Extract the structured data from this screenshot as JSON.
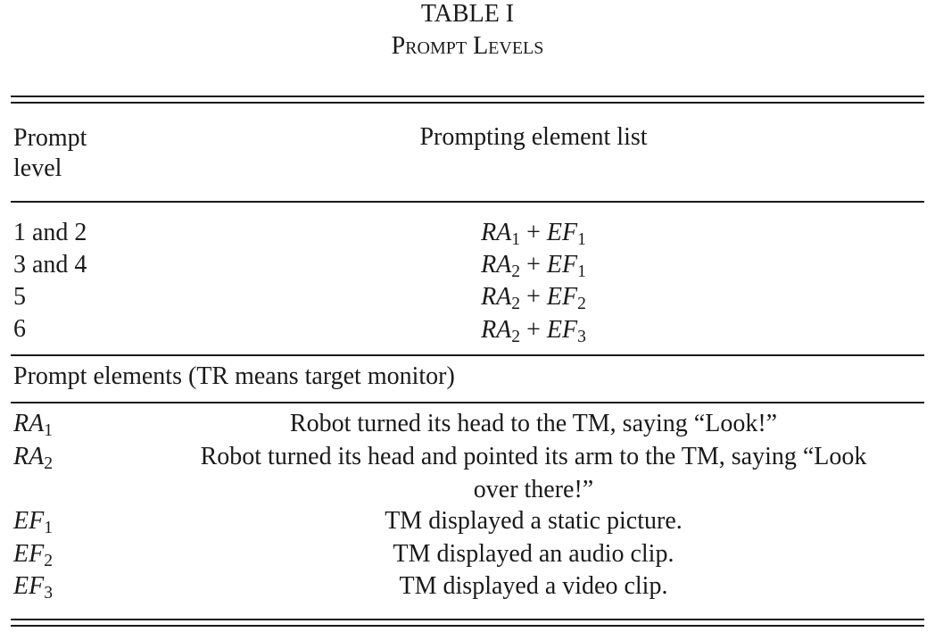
{
  "caption": {
    "label": "TABLE I",
    "title": "Prompt Levels"
  },
  "header": {
    "col1_line1": "Prompt",
    "col1_line2": "level",
    "col2": "Prompting element list"
  },
  "levels": [
    {
      "level": "1 and 2",
      "ra": "RA",
      "ra_sub": "1",
      "op": "+",
      "ef": "EF",
      "ef_sub": "1"
    },
    {
      "level": "3 and 4",
      "ra": "RA",
      "ra_sub": "2",
      "op": "+",
      "ef": "EF",
      "ef_sub": "1"
    },
    {
      "level": "5",
      "ra": "RA",
      "ra_sub": "2",
      "op": "+",
      "ef": "EF",
      "ef_sub": "2"
    },
    {
      "level": "6",
      "ra": "RA",
      "ra_sub": "2",
      "op": "+",
      "ef": "EF",
      "ef_sub": "3"
    }
  ],
  "section_title": "Prompt elements (TR means target monitor)",
  "elements": [
    {
      "sym": "RA",
      "sub": "1",
      "desc_line1": "Robot turned its head to the TM, saying “Look!”",
      "desc_line2": ""
    },
    {
      "sym": "RA",
      "sub": "2",
      "desc_line1": "Robot turned its head and pointed its arm to the TM, saying “Look",
      "desc_line2": "over there!”"
    },
    {
      "sym": "EF",
      "sub": "1",
      "desc_line1": "TM displayed a static picture.",
      "desc_line2": ""
    },
    {
      "sym": "EF",
      "sub": "2",
      "desc_line1": "TM displayed an audio clip.",
      "desc_line2": ""
    },
    {
      "sym": "EF",
      "sub": "3",
      "desc_line1": "TM displayed a video clip.",
      "desc_line2": ""
    }
  ]
}
